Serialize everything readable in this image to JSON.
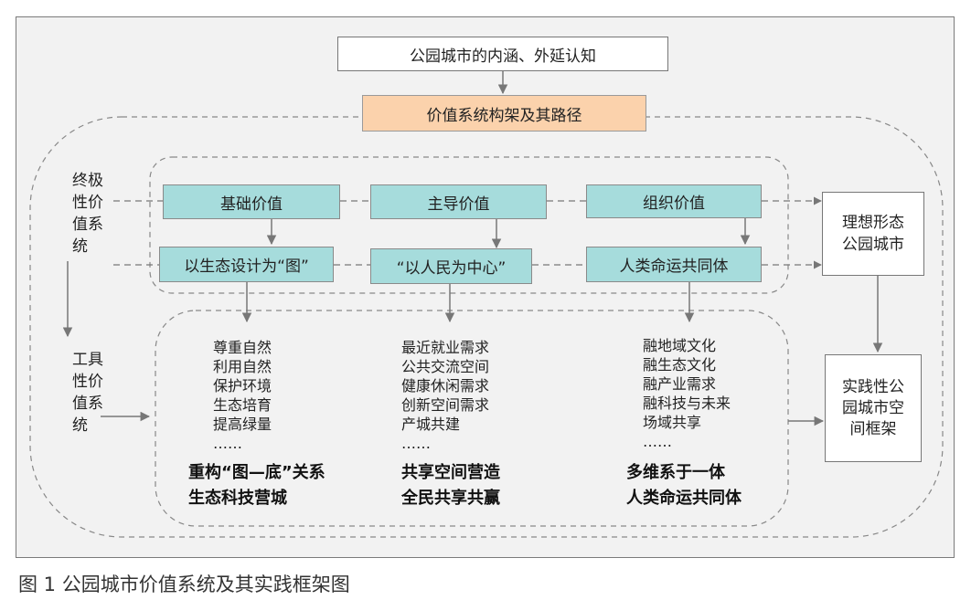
{
  "diagram": {
    "top_box": "公园城市的内涵、外延认知",
    "value_box": "价值系统构架及其路径",
    "ultimate_label": "终极\n性价\n值系\n统",
    "instrumental_label": "工具\n性价\n值系\n统",
    "values_top": [
      "基础价值",
      "主导价值",
      "组织价值"
    ],
    "values_bottom": [
      "以生态设计为“图”",
      "“以人民为中心”",
      "人类命运共同体"
    ],
    "ideal_box": "理想形态\n公园城市",
    "practice_box": "实践性公\n园城市空\n间框架",
    "columns": [
      {
        "items": [
          "尊重自然",
          "利用自然",
          "保护环境",
          "生态培育",
          "提高绿量",
          "……"
        ],
        "summary": [
          "重构“图—底”关系",
          "生态科技营城"
        ]
      },
      {
        "items": [
          "最近就业需求",
          "公共交流空间",
          "健康休闲需求",
          "创新空间需求",
          "产城共建",
          "……"
        ],
        "summary": [
          "共享空间营造",
          "全民共享共赢"
        ]
      },
      {
        "items": [
          "融地域文化",
          "融生态文化",
          "融产业需求",
          "融科技与未来",
          "场域共享",
          "……"
        ],
        "summary": [
          "多维系于一体",
          "人类命运共同体"
        ]
      }
    ]
  },
  "caption": "图 1 公园城市价值系统及其实践框架图",
  "colors": {
    "orange": "#fbd2ac",
    "teal": "#a6dcdc",
    "frame": "#f2f2f2",
    "line": "#777777"
  }
}
